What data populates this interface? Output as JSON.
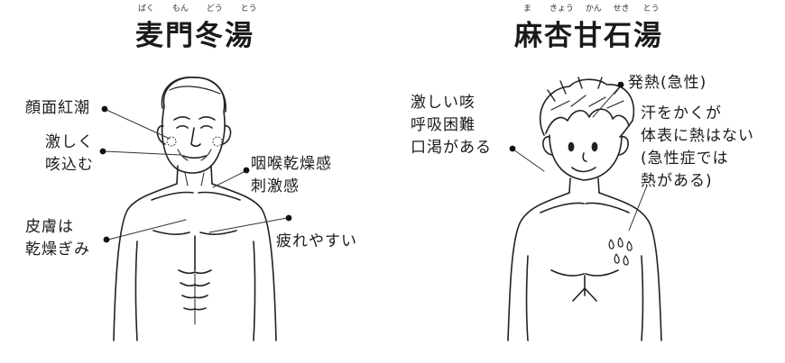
{
  "left": {
    "ruby": [
      "ばく",
      "もん",
      "どう",
      "とう"
    ],
    "title": "麦門冬湯",
    "labels": {
      "complexion": "顔面紅潮",
      "cough": {
        "line1": "激しく",
        "line2": "咳込む"
      },
      "throat": {
        "line1": "咽喉乾燥感",
        "line2": "刺激感"
      },
      "skin": {
        "line1": "皮膚は",
        "line2": "乾燥ぎみ"
      },
      "fatigue": "疲れやすい"
    }
  },
  "right": {
    "ruby": [
      "ま",
      "きょう",
      "かん",
      "せき",
      "とう"
    ],
    "title": "麻杏甘石湯",
    "labels": {
      "cough": {
        "line1": "激しい咳",
        "line2": "呼吸困難",
        "line3": "口渇がある"
      },
      "fever": "発熱(急性)",
      "sweat": {
        "line1": "汗をかくが",
        "line2": "体表に熱はない",
        "line3": "(急性症では",
        "line4": "熱がある)"
      }
    }
  }
}
